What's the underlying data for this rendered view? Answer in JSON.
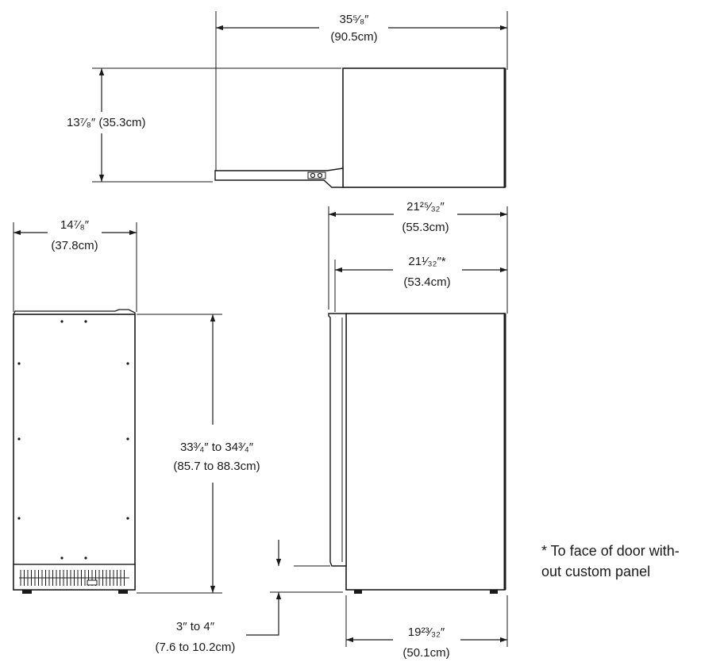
{
  "dimensions": {
    "top_depth_open": {
      "imperial": "35⁵⁄₈″",
      "metric": "(90.5cm)"
    },
    "top_height": {
      "text": "13⁷⁄₈″ (35.3cm)"
    },
    "front_width": {
      "imperial": "14⁷⁄₈″",
      "metric": "(37.8cm)"
    },
    "front_height": {
      "imperial": "33³⁄₄″ to 34³⁄₄″",
      "metric": "(85.7 to 88.3cm)"
    },
    "side_depth_total": {
      "imperial": "21²⁵⁄₃₂″",
      "metric": "(55.3cm)"
    },
    "side_depth_door": {
      "imperial": "21¹⁄₃₂″*",
      "metric": "(53.4cm)"
    },
    "toe_kick": {
      "imperial": "3″ to 4″",
      "metric": "(7.6 to 10.2cm)"
    },
    "side_depth_base": {
      "imperial": "19²³⁄₃₂″",
      "metric": "(50.1cm)"
    }
  },
  "footnote": {
    "line1": "* To face of door with-",
    "line2": "out custom panel"
  }
}
